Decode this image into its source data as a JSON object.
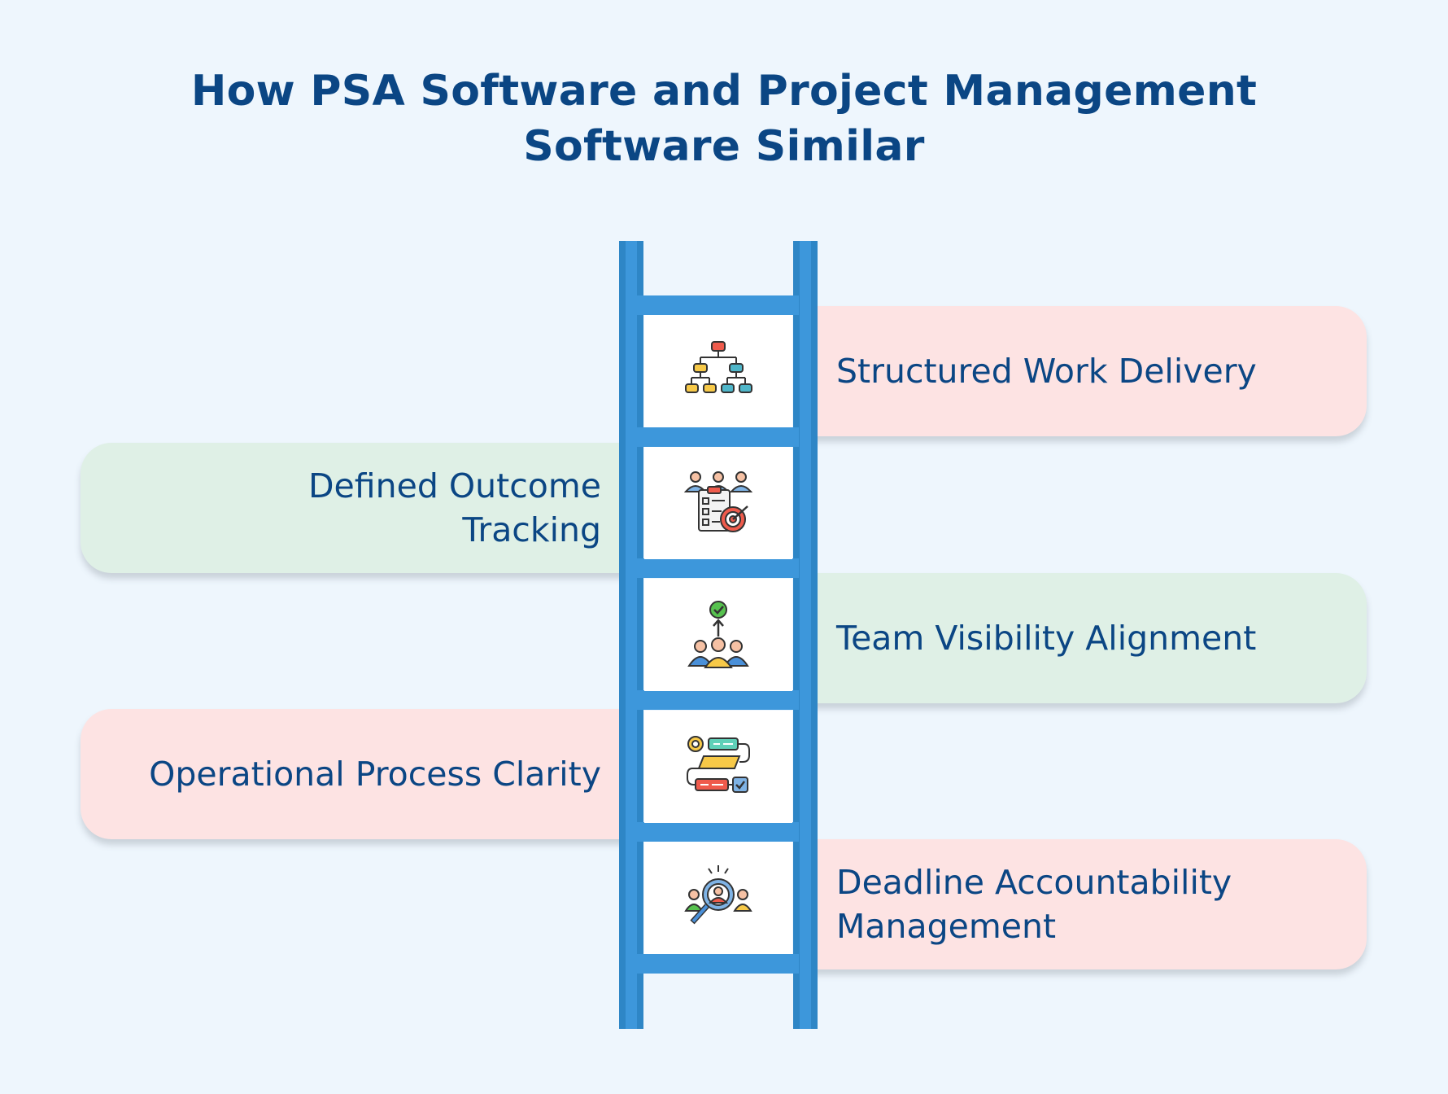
{
  "title": {
    "line1": "How PSA Software and Project Management",
    "line2": "Software Similar"
  },
  "steps": [
    {
      "label": "Structured Work Delivery",
      "side": "right",
      "color": "#fde3e3",
      "icon": "org-chart-icon"
    },
    {
      "label": "Defined Outcome\nTracking",
      "side": "left",
      "color": "#dff0e6",
      "icon": "team-target-checklist-icon"
    },
    {
      "label": "Team Visibility Alignment",
      "side": "right",
      "color": "#dff0e6",
      "icon": "team-goal-icon"
    },
    {
      "label": "Operational Process Clarity",
      "side": "left",
      "color": "#fde3e3",
      "icon": "workflow-process-icon"
    },
    {
      "label": "Deadline Accountability\nManagement",
      "side": "right",
      "color": "#fde3e3",
      "icon": "people-search-icon"
    }
  ],
  "colors": {
    "title": "#0b4684",
    "ladder": "#3d97db",
    "ladder_dark": "#2e86c6",
    "pink": "#fde3e3",
    "green": "#dff0e6",
    "background": "#eef6fd"
  }
}
